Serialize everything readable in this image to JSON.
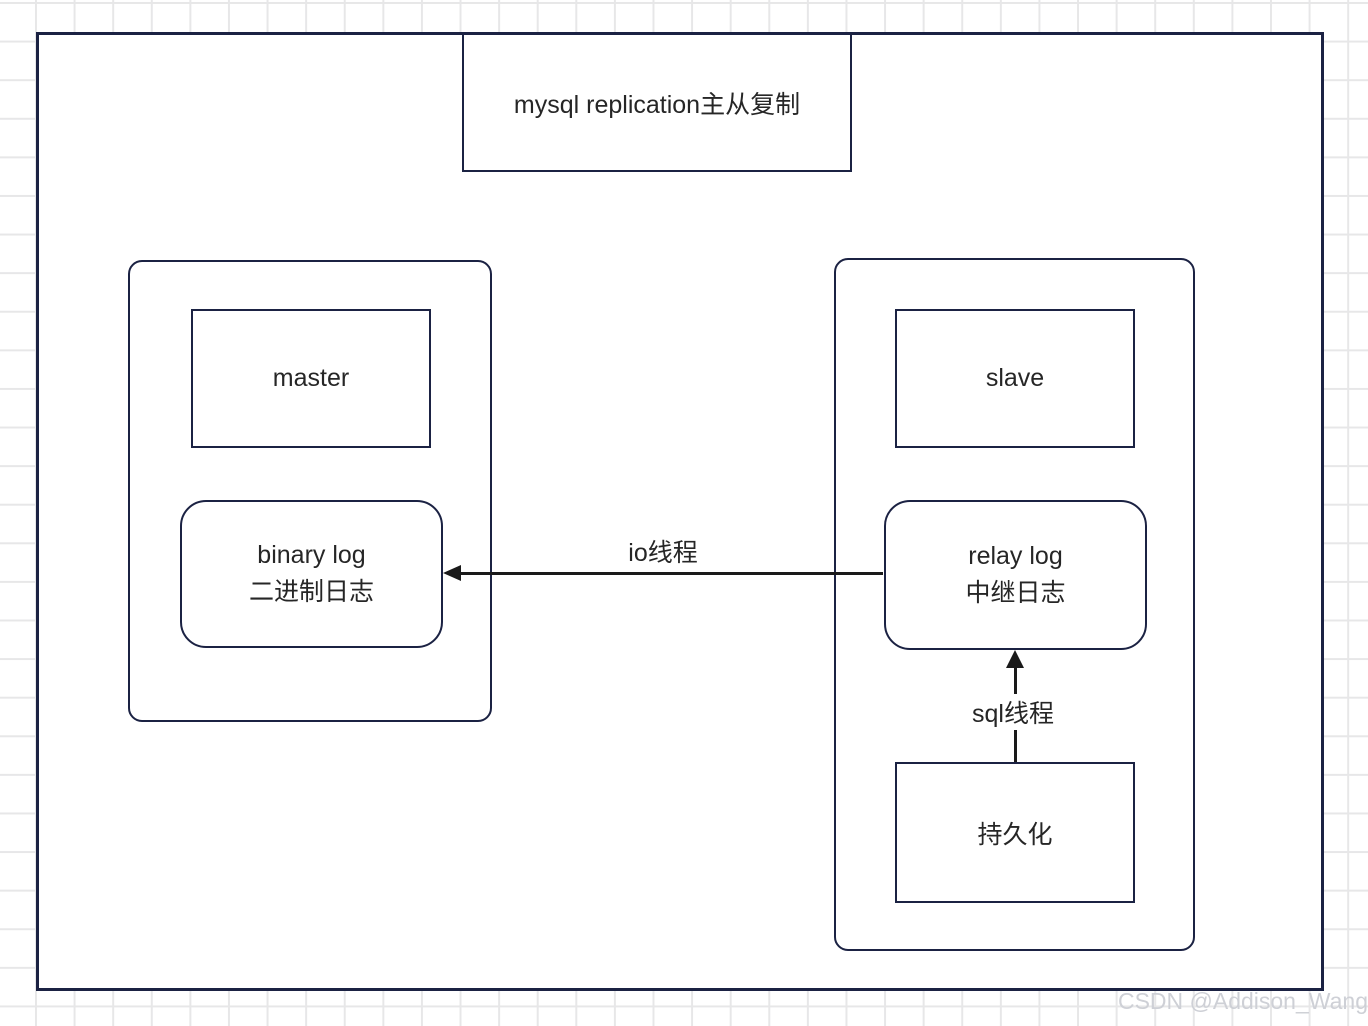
{
  "title": "mysql replication主从复制",
  "master_group": {
    "server_label": "master",
    "log_box": {
      "line1": "binary log",
      "line2": "二进制日志"
    }
  },
  "slave_group": {
    "server_label": "slave",
    "log_box": {
      "line1": "relay log",
      "line2": "中继日志"
    },
    "persist_label": "持久化"
  },
  "arrows": {
    "io_label": "io线程",
    "sql_label": "sql线程"
  },
  "watermark": "CSDN @Addison_Wang",
  "colors": {
    "shape_border": "#1b2243",
    "arrow": "#1a1a1a",
    "grid_line": "#e7e7e8",
    "text": "#262626",
    "watermark": "#ced0d6",
    "background": "#ffffff"
  }
}
